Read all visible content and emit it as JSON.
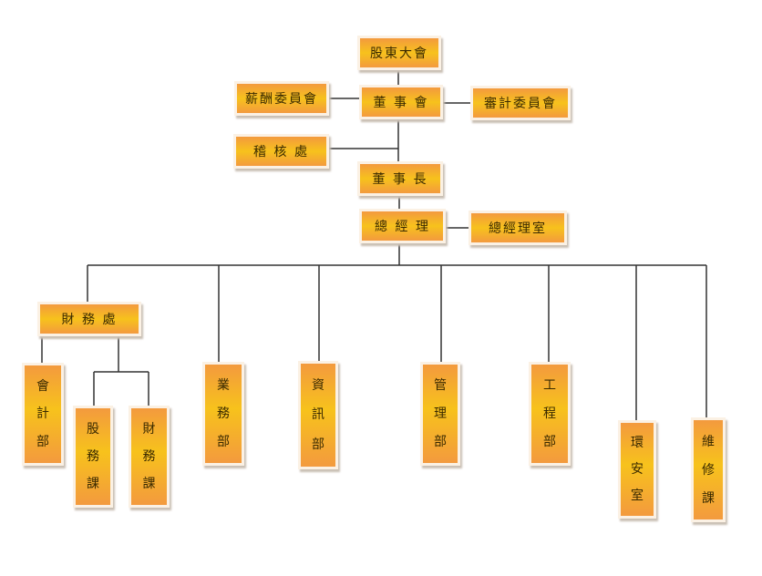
{
  "nodes": {
    "shareholders": "股東大會",
    "board": "董 事 會",
    "remuneration": "薪酬委員會",
    "audit_committee": "審計委員會",
    "internal_audit": "稽 核 處",
    "chairman": "董 事 長",
    "gm": "總 經 理",
    "gm_office": "總經理室",
    "finance_div": "財 務 處",
    "accounting": [
      "會",
      "計",
      "部"
    ],
    "stock_affairs": [
      "股",
      "務",
      "課"
    ],
    "finance_sec": [
      "財",
      "務",
      "課"
    ],
    "sales": [
      "業",
      "務",
      "部"
    ],
    "it": [
      "資",
      "訊",
      "部"
    ],
    "admin": [
      "管",
      "理",
      "部"
    ],
    "engineering": [
      "工",
      "程",
      "部"
    ],
    "ehs": [
      "環",
      "安",
      "室"
    ],
    "maintenance": [
      "維",
      "修",
      "課"
    ]
  }
}
